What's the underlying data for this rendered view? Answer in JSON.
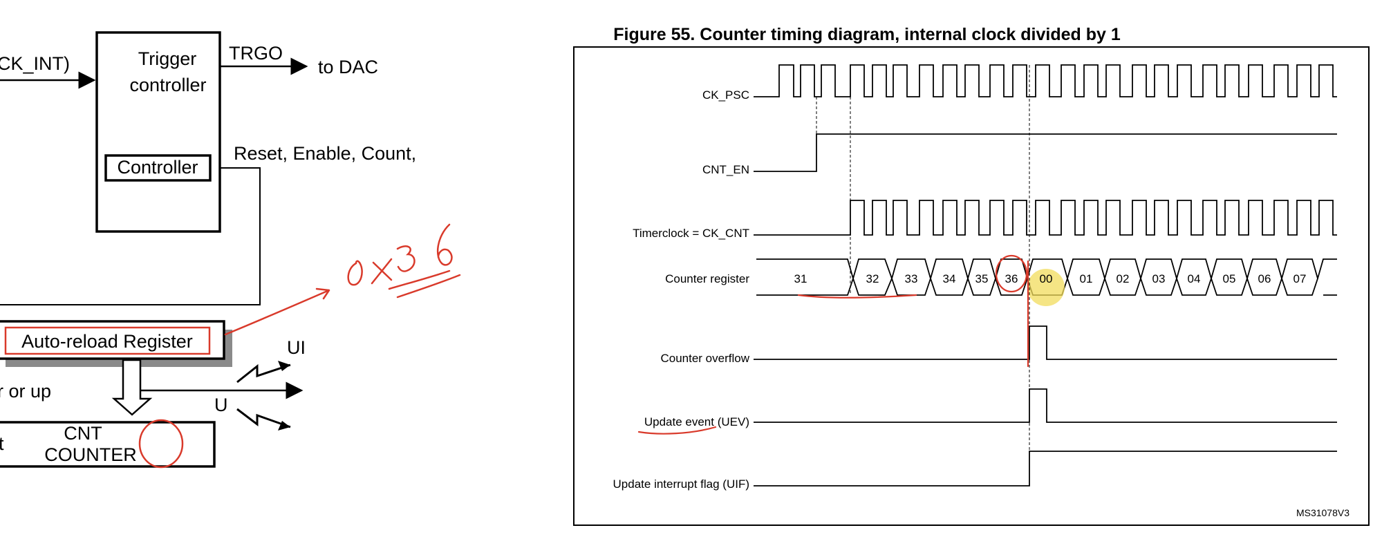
{
  "block_diagram": {
    "input_label": "CK_INT)",
    "trigger_controller_lines": [
      "Trigger",
      "controller"
    ],
    "trgo_label": "TRGO",
    "to_dac_label": "to DAC",
    "controller_label": "Controller",
    "controller_signals": "Reset, Enable, Count,",
    "auto_reload_label": "Auto-reload Register",
    "ui_label": "UI",
    "u_label": "U",
    "down_up_label": "r or up",
    "cnt_counter_lines": [
      "CNT",
      "COUNTER"
    ],
    "left_edge_char": "t",
    "handwritten_note": "0x36"
  },
  "timing_diagram": {
    "title": "Figure 55. Counter timing diagram, internal clock divided by 1",
    "signal_labels": {
      "ck_psc": "CK_PSC",
      "cnt_en": "CNT_EN",
      "timer_clock": "Timerclock = CK_CNT",
      "counter_register": "Counter register",
      "counter_overflow": "Counter overflow",
      "update_event": "Update event (UEV)",
      "uif": "Update interrupt flag (UIF)"
    },
    "counter_values": [
      "31",
      "32",
      "33",
      "34",
      "35",
      "36",
      "00",
      "01",
      "02",
      "03",
      "04",
      "05",
      "06",
      "07"
    ],
    "reference_code": "MS31078V3"
  },
  "colors": {
    "ink": "#000000",
    "annotation_red": "#d93a2b",
    "pointer_highlight": "#f2dc5c",
    "shadow_gray": "#8a8a8a"
  }
}
